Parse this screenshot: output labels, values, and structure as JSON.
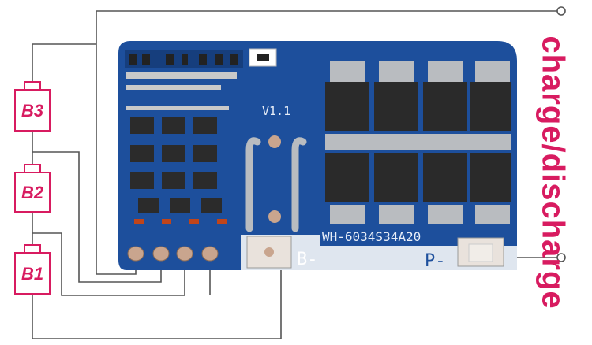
{
  "colors": {
    "board": "#1d4f9c",
    "board_dark": "#163e7d",
    "accent": "#d81b60",
    "wire": "#555555",
    "mosfet": "#2a2a2a",
    "tab": "#b9bcc0",
    "pad": "#c9a58e"
  },
  "cells": [
    {
      "label": "B3"
    },
    {
      "label": "B2"
    },
    {
      "label": "B1"
    }
  ],
  "board": {
    "version": "V1.1",
    "model": "WH-6034S34A20",
    "pad_b_minus": "B-",
    "pad_p_minus": "P-"
  },
  "side_label": "charge/discharge"
}
